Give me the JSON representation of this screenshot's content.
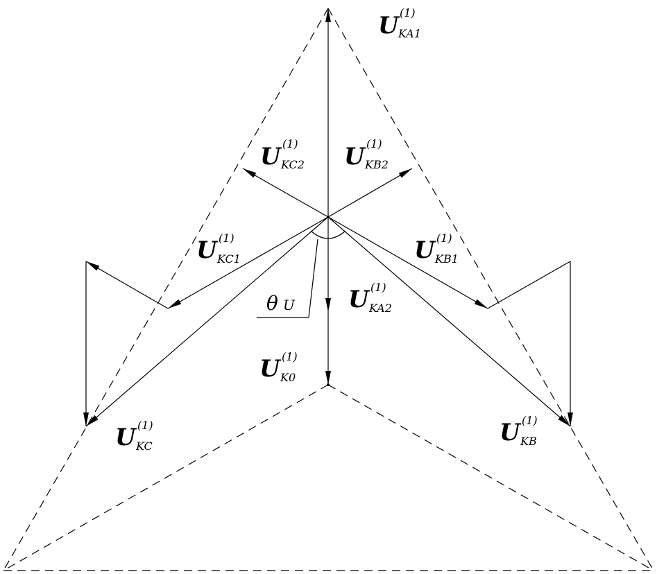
{
  "diagram": {
    "labels": {
      "uka1": {
        "main": "U",
        "sup": "(1)",
        "sub": "KA1"
      },
      "ukc2": {
        "main": "U",
        "sup": "(1)",
        "sub": "KC2"
      },
      "ukb2": {
        "main": "U",
        "sup": "(1)",
        "sub": "KB2"
      },
      "ukc1": {
        "main": "U",
        "sup": "(1)",
        "sub": "KC1"
      },
      "ukb1": {
        "main": "U",
        "sup": "(1)",
        "sub": "KB1"
      },
      "uka2": {
        "main": "U",
        "sup": "(1)",
        "sub": "KA2"
      },
      "uk0": {
        "main": "U",
        "sup": "(1)",
        "sub": "K0"
      },
      "ukc": {
        "main": "U",
        "sup": "(1)",
        "sub": "KC"
      },
      "ukb": {
        "main": "U",
        "sup": "(1)",
        "sub": "KB"
      },
      "theta": {
        "main": "θ",
        "sub": "U"
      }
    }
  }
}
